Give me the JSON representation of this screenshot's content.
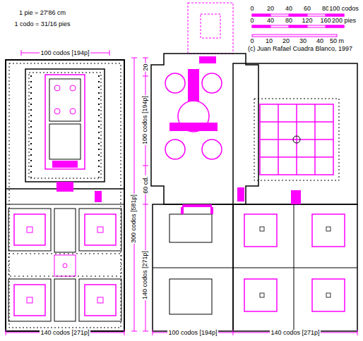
{
  "diagram": {
    "labels": [
      "1 pie = 27'86 cm",
      "1 codo = 31/16 pies",
      "100 codos [194p]",
      "0",
      "20",
      "40",
      "60",
      "80",
      "100 codos",
      "0",
      "40",
      "80",
      "120",
      "160",
      "200 pies",
      "0",
      "10",
      "20",
      "30",
      "40",
      "50 m",
      "(c) Juan Rafael Cuadra Blanco, 1997",
      "20",
      "100 codos [194p]",
      "60 cd.",
      "300 codos [581p]",
      "140 codos [271p]",
      "140 codos [271p]",
      "100 codos [194p]",
      "140 codos [271p]"
    ]
  }
}
